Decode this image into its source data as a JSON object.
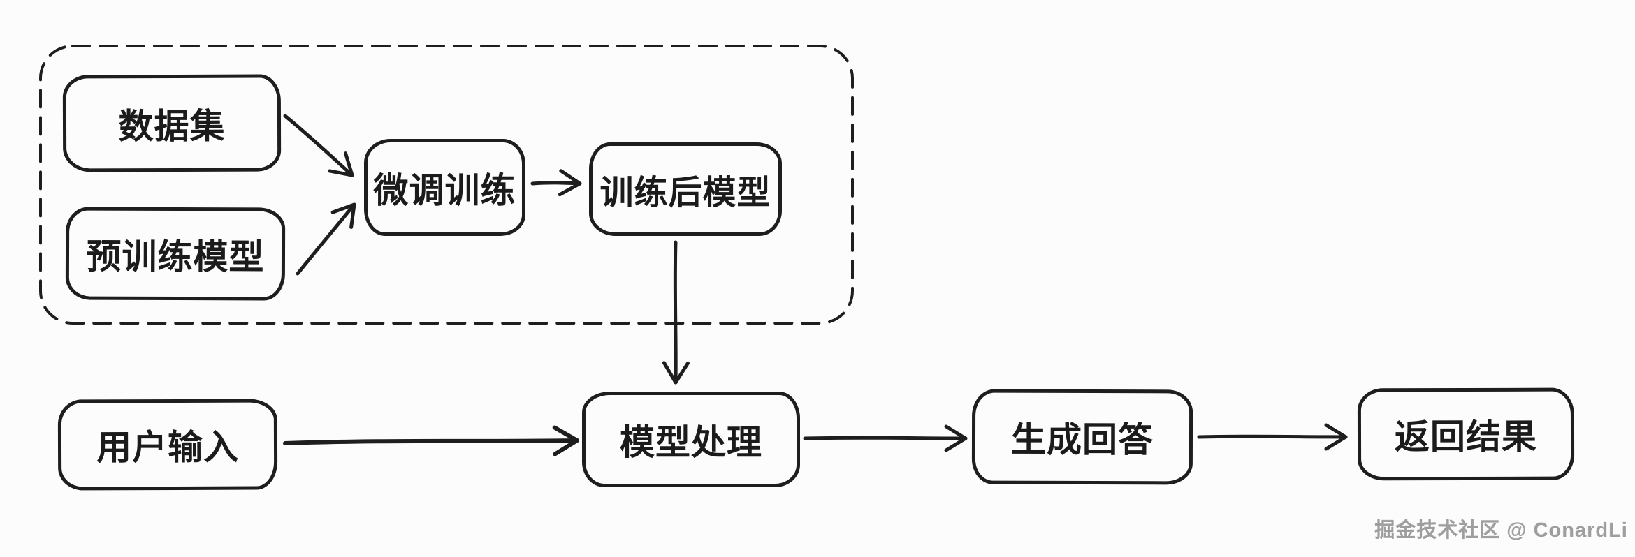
{
  "canvas": {
    "background": "#fcfcfc",
    "stroke_color": "#1e1e1e"
  },
  "diagram": {
    "training_group": {
      "type": "dashed-container",
      "nodes": {
        "dataset": {
          "label": "数据集"
        },
        "pretrained_model": {
          "label": "预训练模型"
        },
        "finetune_training": {
          "label": "微调训练"
        },
        "post_training_model": {
          "label": "训练后模型"
        }
      }
    },
    "inference_flow": {
      "nodes": {
        "user_input": {
          "label": "用户输入"
        },
        "model_processing": {
          "label": "模型处理"
        },
        "generate_answer": {
          "label": "生成回答"
        },
        "return_result": {
          "label": "返回结果"
        }
      }
    },
    "edges": [
      {
        "from": "数据集",
        "to": "微调训练"
      },
      {
        "from": "预训练模型",
        "to": "微调训练"
      },
      {
        "from": "微调训练",
        "to": "训练后模型"
      },
      {
        "from": "训练后模型",
        "to": "模型处理"
      },
      {
        "from": "用户输入",
        "to": "模型处理"
      },
      {
        "from": "模型处理",
        "to": "生成回答"
      },
      {
        "from": "生成回答",
        "to": "返回结果"
      }
    ]
  },
  "watermark": {
    "text": "掘金技术社区 @ ConardLi",
    "color": "#9e9e9e"
  }
}
